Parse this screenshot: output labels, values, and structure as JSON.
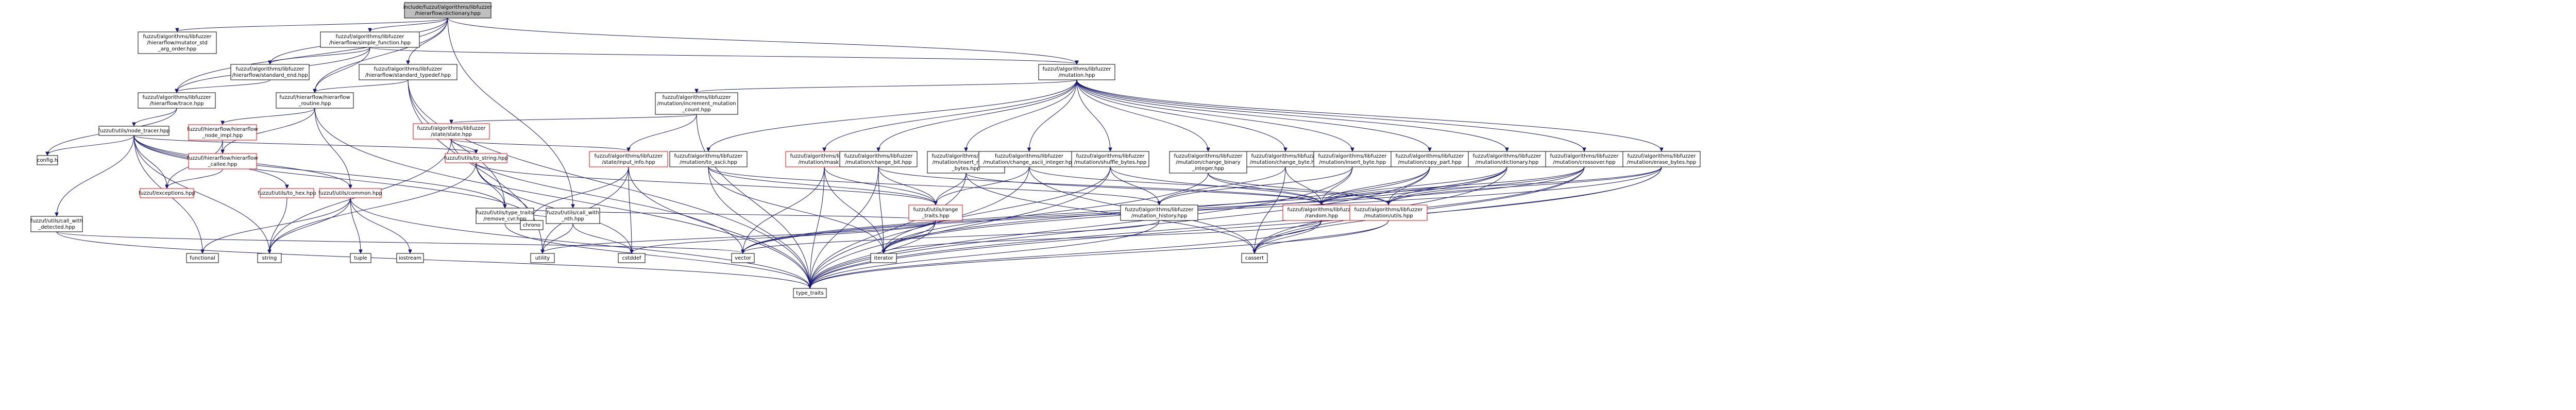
{
  "colors": {
    "edge": "#191970",
    "root_fill": "#bfbfbf",
    "incomplete_border": "#ff0000",
    "node_border": "#000000"
  },
  "nodes": [
    {
      "id": "root",
      "lines": [
        "include/fuzzuf/algorithms/libfuzzer",
        "/hierarflow/dictionary.hpp"
      ],
      "style": "root"
    },
    {
      "id": "mutator_std",
      "lines": [
        "fuzzuf/algorithms/libfuzzer",
        "/hierarflow/mutator_std",
        "_arg_order.hpp"
      ],
      "style": "normal"
    },
    {
      "id": "simple_function",
      "lines": [
        "fuzzuf/algorithms/libfuzzer",
        "/hierarflow/simple_function.hpp"
      ],
      "style": "normal"
    },
    {
      "id": "standard_end",
      "lines": [
        "fuzzuf/algorithms/libfuzzer",
        "/hierarflow/standard_end.hpp"
      ],
      "style": "normal"
    },
    {
      "id": "standard_typedef",
      "lines": [
        "fuzzuf/algorithms/libfuzzer",
        "/hierarflow/standard_typedef.hpp"
      ],
      "style": "normal"
    },
    {
      "id": "trace",
      "lines": [
        "fuzzuf/algorithms/libfuzzer",
        "/hierarflow/trace.hpp"
      ],
      "style": "normal"
    },
    {
      "id": "routine",
      "lines": [
        "fuzzuf/hierarflow/hierarflow",
        "_routine.hpp"
      ],
      "style": "normal"
    },
    {
      "id": "node_tracer",
      "lines": [
        "fuzzuf/utils/node_tracer.hpp"
      ],
      "style": "normal"
    },
    {
      "id": "node_impl",
      "lines": [
        "fuzzuf/hierarflow/hierarflow",
        "_node_impl.hpp"
      ],
      "style": "incomplete"
    },
    {
      "id": "hf_callee",
      "lines": [
        "fuzzuf/hierarflow/hierarflow",
        "_callee.hpp"
      ],
      "style": "incomplete"
    },
    {
      "id": "config",
      "lines": [
        "config.h"
      ],
      "style": "normal"
    },
    {
      "id": "exceptions",
      "lines": [
        "fuzzuf/exceptions.hpp"
      ],
      "style": "incomplete"
    },
    {
      "id": "call_with_detected",
      "lines": [
        "fuzzuf/utils/call_with",
        "_detected.hpp"
      ],
      "style": "normal"
    },
    {
      "id": "to_hex",
      "lines": [
        "fuzzuf/utils/to_hex.hpp"
      ],
      "style": "incomplete"
    },
    {
      "id": "common",
      "lines": [
        "fuzzuf/utils/common.hpp"
      ],
      "style": "incomplete"
    },
    {
      "id": "to_string",
      "lines": [
        "fuzzuf/utils/to_string.hpp"
      ],
      "style": "incomplete"
    },
    {
      "id": "state",
      "lines": [
        "fuzzuf/algorithms/libfuzzer",
        "/state/state.hpp"
      ],
      "style": "incomplete"
    },
    {
      "id": "input_info",
      "lines": [
        "fuzzuf/algorithms/libfuzzer",
        "/state/input_info.hpp"
      ],
      "style": "incomplete"
    },
    {
      "id": "call_with_nth",
      "lines": [
        "fuzzuf/utils/call_with",
        "_nth.hpp"
      ],
      "style": "normal"
    },
    {
      "id": "type_traits_remove",
      "lines": [
        "fuzzuf/utils/type_traits",
        "/remove_cvr.hpp"
      ],
      "style": "normal"
    },
    {
      "id": "mutation",
      "lines": [
        "fuzzuf/algorithms/libfuzzer",
        "/mutation.hpp"
      ],
      "style": "normal"
    },
    {
      "id": "increment",
      "lines": [
        "fuzzuf/algorithms/libfuzzer",
        "/mutation/increment_mutation",
        "_count.hpp"
      ],
      "style": "normal"
    },
    {
      "id": "to_ascii",
      "lines": [
        "fuzzuf/algorithms/libfuzzer",
        "/mutation/to_ascii.hpp"
      ],
      "style": "normal"
    },
    {
      "id": "mask",
      "lines": [
        "fuzzuf/algorithms/libfuzzer",
        "/mutation/mask.hpp"
      ],
      "style": "incomplete"
    },
    {
      "id": "change_bit",
      "lines": [
        "fuzzuf/algorithms/libfuzzer",
        "/mutation/change_bit.hpp"
      ],
      "style": "normal"
    },
    {
      "id": "insert_repeated",
      "lines": [
        "fuzzuf/algorithms/libfuzzer",
        "/mutation/insert_repeated",
        "_bytes.hpp"
      ],
      "style": "normal"
    },
    {
      "id": "change_ascii_integer",
      "lines": [
        "fuzzuf/algorithms/libfuzzer",
        "/mutation/change_ascii_integer.hpp"
      ],
      "style": "normal"
    },
    {
      "id": "shuffle_bytes",
      "lines": [
        "fuzzuf/algorithms/libfuzzer",
        "/mutation/shuffle_bytes.hpp"
      ],
      "style": "normal"
    },
    {
      "id": "change_binary_integer",
      "lines": [
        "fuzzuf/algorithms/libfuzzer",
        "/mutation/change_binary",
        "_integer.hpp"
      ],
      "style": "normal"
    },
    {
      "id": "change_byte",
      "lines": [
        "fuzzuf/algorithms/libfuzzer",
        "/mutation/change_byte.hpp"
      ],
      "style": "normal"
    },
    {
      "id": "insert_byte",
      "lines": [
        "fuzzuf/algorithms/libfuzzer",
        "/mutation/insert_byte.hpp"
      ],
      "style": "normal"
    },
    {
      "id": "copy_part",
      "lines": [
        "fuzzuf/algorithms/libfuzzer",
        "/mutation/copy_part.hpp"
      ],
      "style": "normal"
    },
    {
      "id": "mdictionary",
      "lines": [
        "fuzzuf/algorithms/libfuzzer",
        "/mutation/dictionary.hpp"
      ],
      "style": "normal"
    },
    {
      "id": "crossover",
      "lines": [
        "fuzzuf/algorithms/libfuzzer",
        "/mutation/crossover.hpp"
      ],
      "style": "normal"
    },
    {
      "id": "erase_bytes",
      "lines": [
        "fuzzuf/algorithms/libfuzzer",
        "/mutation/erase_bytes.hpp"
      ],
      "style": "normal"
    },
    {
      "id": "range_traits",
      "lines": [
        "fuzzuf/utils/range",
        "_traits.hpp"
      ],
      "style": "incomplete"
    },
    {
      "id": "mutation_history",
      "lines": [
        "fuzzuf/algorithms/libfuzzer",
        "/mutation_history.hpp"
      ],
      "style": "normal"
    },
    {
      "id": "random",
      "lines": [
        "fuzzuf/algorithms/libfuzzer",
        "/random.hpp"
      ],
      "style": "incomplete"
    },
    {
      "id": "utils",
      "lines": [
        "fuzzuf/algorithms/libfuzzer",
        "/mutation/utils.hpp"
      ],
      "style": "incomplete"
    },
    {
      "id": "chrono",
      "lines": [
        "chrono"
      ],
      "style": "normal"
    },
    {
      "id": "functional",
      "lines": [
        "functional"
      ],
      "style": "normal"
    },
    {
      "id": "string",
      "lines": [
        "string"
      ],
      "style": "normal"
    },
    {
      "id": "tuple",
      "lines": [
        "tuple"
      ],
      "style": "normal"
    },
    {
      "id": "iostream",
      "lines": [
        "iostream"
      ],
      "style": "normal"
    },
    {
      "id": "utility",
      "lines": [
        "utility"
      ],
      "style": "normal"
    },
    {
      "id": "cstddef",
      "lines": [
        "cstddef"
      ],
      "style": "normal"
    },
    {
      "id": "vector",
      "lines": [
        "vector"
      ],
      "style": "normal"
    },
    {
      "id": "iterator",
      "lines": [
        "iterator"
      ],
      "style": "normal"
    },
    {
      "id": "cassert",
      "lines": [
        "cassert"
      ],
      "style": "normal"
    },
    {
      "id": "type_traits",
      "lines": [
        "type_traits"
      ],
      "style": "normal"
    }
  ]
}
